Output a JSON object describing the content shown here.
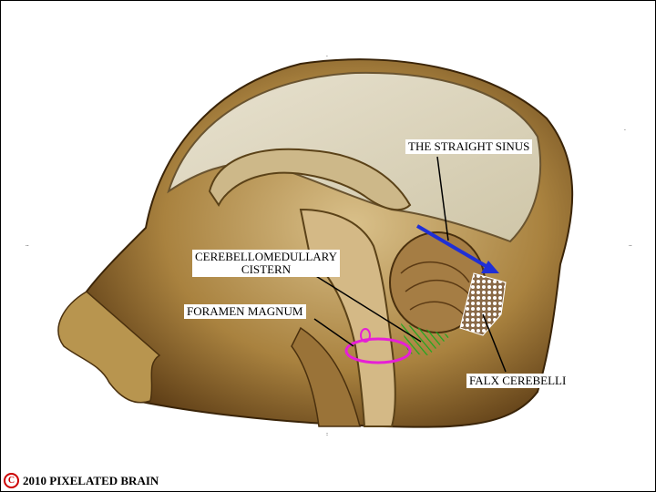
{
  "labels": {
    "straight_sinus": "THE STRAIGHT SINUS",
    "cistern_line1": "CEREBELLOMEDULLARY",
    "cistern_line2": "CISTERN",
    "foramen_magnum": "FORAMEN MAGNUM",
    "falx_cerebelli": "FALX CEREBELLI"
  },
  "footer": {
    "copyright_symbol": "C",
    "text": "2010  PIXELATED BRAIN"
  },
  "colors": {
    "arrow": "#1f2fd6",
    "foramen_ring": "#e61fd6",
    "cistern_hatch": "#1fa81f",
    "copyright": "#cc0000",
    "specimen": "#b08a4a"
  }
}
